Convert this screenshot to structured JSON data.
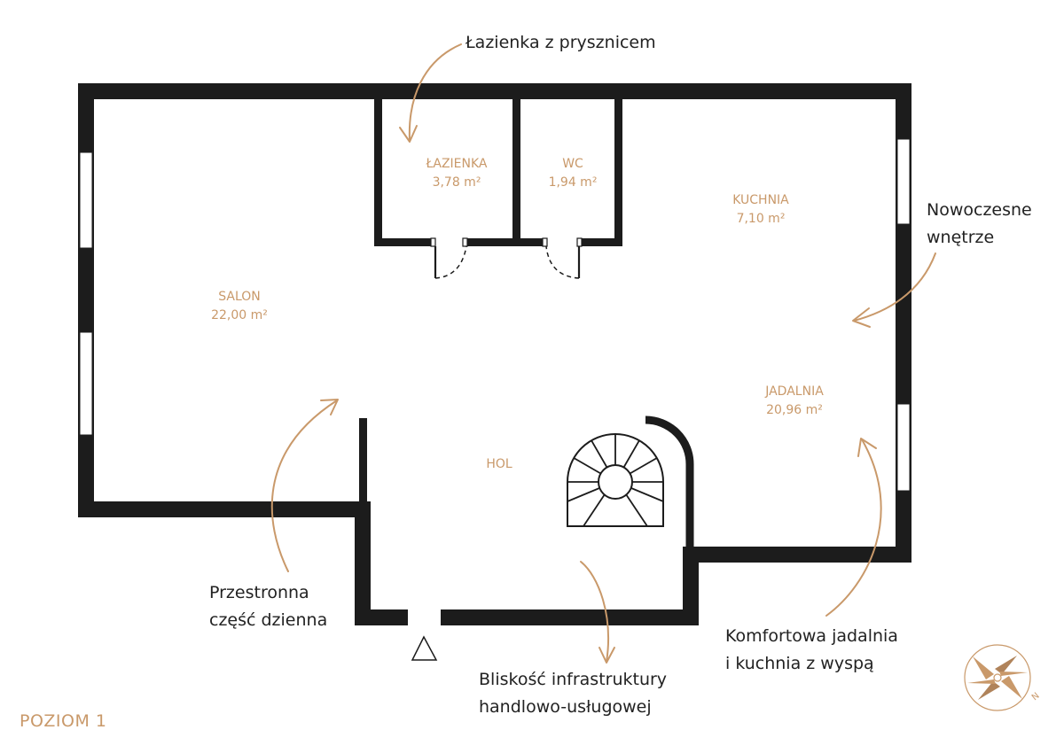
{
  "level_label": "POZIOM 1",
  "rooms": {
    "lazienka": {
      "name": "ŁAZIENKA",
      "area": "3,78 m²"
    },
    "wc": {
      "name": "WC",
      "area": "1,94 m²"
    },
    "kuchnia": {
      "name": "KUCHNIA",
      "area": "7,10 m²"
    },
    "salon": {
      "name": "SALON",
      "area": "22,00 m²"
    },
    "jadalnia": {
      "name": "JADALNIA",
      "area": "20,96 m²"
    },
    "hol": {
      "name": "HOL"
    }
  },
  "annotations": {
    "bathroom": "Łazienka z prysznicem",
    "modern": [
      "Nowoczesne",
      "wnętrze"
    ],
    "spacious": [
      "Przestronna",
      "część dzienna"
    ],
    "infrastructure": [
      "Bliskość infrastruktury",
      "handlowo-usługowej"
    ],
    "dining": [
      "Komfortowa jadalnia",
      "i kuchnia z wyspą"
    ]
  },
  "colors": {
    "wall": "#1c1c1c",
    "accent": "#c9996a",
    "text": "#222222"
  },
  "icons": [
    "entrance-arrow-icon",
    "compass-rose-icon"
  ]
}
